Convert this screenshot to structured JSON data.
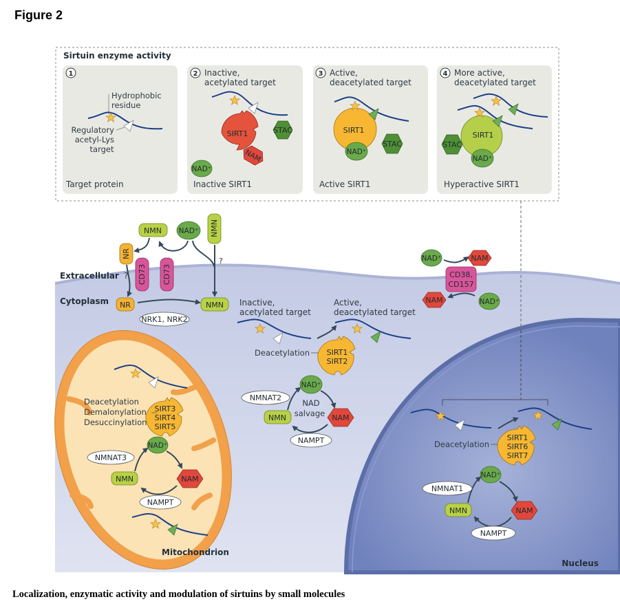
{
  "figure": {
    "title": "Figure 2",
    "caption": "Localization, enzymatic activity and modulation of sirtuins by small molecules"
  },
  "colors": {
    "sirt_inactive": "#e5533d",
    "sirt_active": "#f7b733",
    "sirt_hyper": "#b5cf4a",
    "nad": "#6aaa4a",
    "nmn": "#b9d145",
    "nr": "#f3b233",
    "nam": "#e2473b",
    "stac": "#4f8f35",
    "cd": "#d9559a",
    "protein_line": "#1c3f86",
    "star": "#f5c24a",
    "cytoplasm": "#c9cfe6",
    "nucleus": "#7b8cc2",
    "mitochondrion": "#f2a04a",
    "mito_inner": "#fbe3b6",
    "panel_bg": "#e9e9e4"
  },
  "top_box": {
    "title": "Sirtuin enzyme activity",
    "panels": [
      {
        "num": "1",
        "heading": "",
        "caption": "Target protein",
        "labels": {
          "hydrophobic": "Hydrophobic",
          "residue": "residue",
          "reg1": "Regulatory",
          "reg2": "acetyl-Lys",
          "reg3": "target"
        }
      },
      {
        "num": "2",
        "heading1": "Inactive,",
        "heading2": "acetylated target",
        "caption": "Inactive SIRT1",
        "sirt": "SIRT1",
        "stac": "STAC",
        "nam": "NAM",
        "nad": "NAD⁺"
      },
      {
        "num": "3",
        "heading1": "Active,",
        "heading2": "deacetylated target",
        "caption": "Active SIRT1",
        "sirt": "SIRT1",
        "stac": "STAC",
        "nad": "NAD⁺"
      },
      {
        "num": "4",
        "heading1": "More active,",
        "heading2": "deacetylated target",
        "caption": "Hyperactive SIRT1",
        "sirt": "SIRT1",
        "stac": "STAC",
        "nad": "NAD⁺"
      }
    ]
  },
  "extracellular": {
    "label": "Extracellular",
    "cytoplasm_label": "Cytoplasm",
    "question": "?",
    "nmn": "NMN",
    "nad": "NAD⁺",
    "nr": "NR",
    "cd73": "CD73",
    "nrk": "NRK1, NRK2",
    "cd38": "CD38,",
    "cd157": "CD157",
    "nam": "NAM"
  },
  "cytoplasm": {
    "inactive1": "Inactive,",
    "inactive2": "acetylated target",
    "active1": "Active,",
    "active2": "deacetylated target",
    "deacetylation": "Deacetylation",
    "sirt_a": "SIRT1",
    "sirt_b": "SIRT2",
    "nad": "NAD⁺",
    "nmn": "NMN",
    "nam": "NAM",
    "nmnat": "NMNAT2",
    "nampt": "NAMPT",
    "salvage1": "NAD",
    "salvage2": "salvage"
  },
  "mitochondrion": {
    "label": "Mitochondrion",
    "act1": "Deacetylation",
    "act2": "Demalonylation",
    "act3": "Desuccinylation",
    "sirt_a": "SIRT3",
    "sirt_b": "SIRT4",
    "sirt_c": "SIRT5",
    "nad": "NAD⁺",
    "nmn": "NMN",
    "nam": "NAM",
    "nmnat": "NMNAT3",
    "nampt": "NAMPT"
  },
  "nucleus": {
    "label": "Nucleus",
    "deacetylation": "Deacetylation",
    "sirt_a": "SIRT1",
    "sirt_b": "SIRT6",
    "sirt_c": "SIRT7",
    "nad": "NAD⁺",
    "nmn": "NMN",
    "nam": "NAM",
    "nmnat": "NMNAT1",
    "nampt": "NAMPT"
  }
}
